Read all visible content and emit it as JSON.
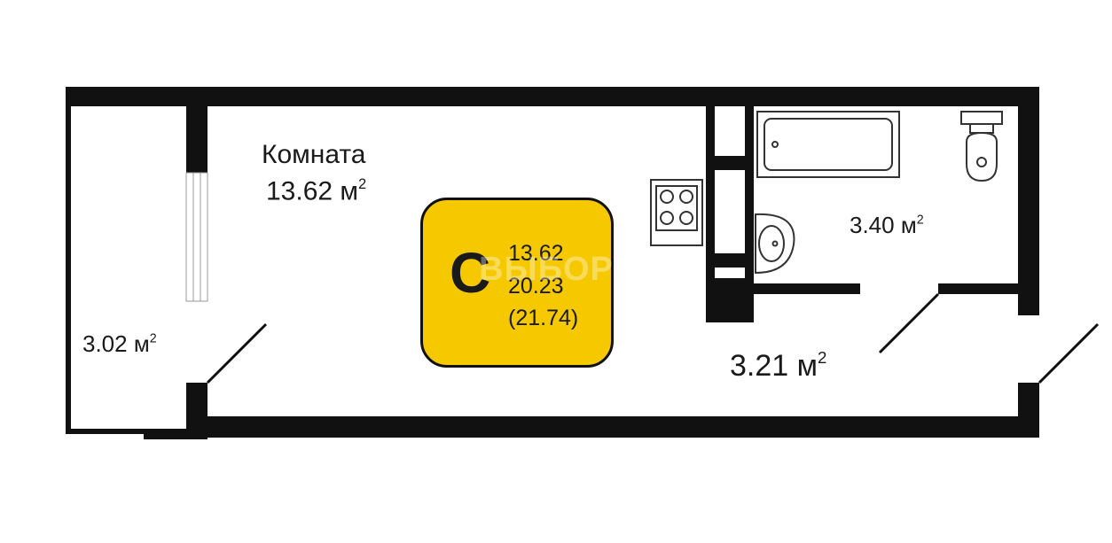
{
  "rooms": {
    "living_room": {
      "name": "Комната",
      "area": "13.62 м",
      "area_unit_sup": "2"
    },
    "bathroom": {
      "area": "3.40 м",
      "area_unit_sup": "2"
    },
    "hallway": {
      "area": "3.21 м",
      "area_unit_sup": "2"
    },
    "balcony": {
      "area": "3.02 м",
      "area_unit_sup": "2"
    }
  },
  "badge": {
    "type_letter": "С",
    "living_area": "13.62",
    "total_area": "20.23",
    "total_with_balcony": "(21.74)",
    "watermark": "ВЫБОР",
    "color": "#f5c800"
  },
  "colors": {
    "wall": "#111111",
    "fixture_stroke": "#333333",
    "badge_fill": "#f5c800"
  }
}
